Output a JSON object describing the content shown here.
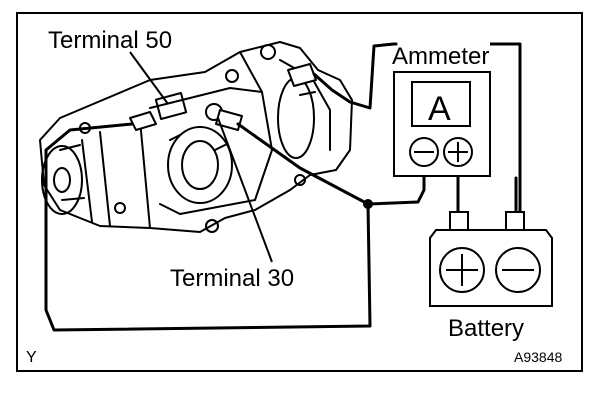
{
  "labels": {
    "terminal_50": "Terminal 50",
    "terminal_30": "Terminal 30",
    "ammeter": "Ammeter",
    "ammeter_symbol": "A",
    "battery": "Battery",
    "corner_letter": "Y",
    "figure_code": "A93848"
  },
  "icons": {
    "minus": "minus-terminal-icon",
    "plus": "plus-terminal-icon"
  },
  "colors": {
    "line": "#000000",
    "background": "#ffffff"
  }
}
